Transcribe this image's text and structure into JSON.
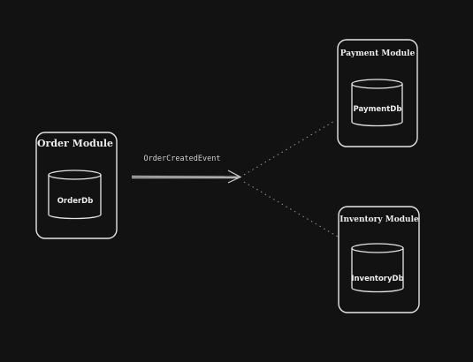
{
  "modules": {
    "order": {
      "title": "Order Module",
      "db": "OrderDb"
    },
    "payment": {
      "title": "Payment Module",
      "db": "PaymentDb"
    },
    "inventory": {
      "title": "Inventory Module",
      "db": "InventoryDb"
    }
  },
  "event": {
    "label": "OrderCreatedEvent"
  },
  "colors": {
    "background": "#121212",
    "stroke": "#e6e6e6",
    "text": "#ececec",
    "connector": "#9a9a9a"
  }
}
